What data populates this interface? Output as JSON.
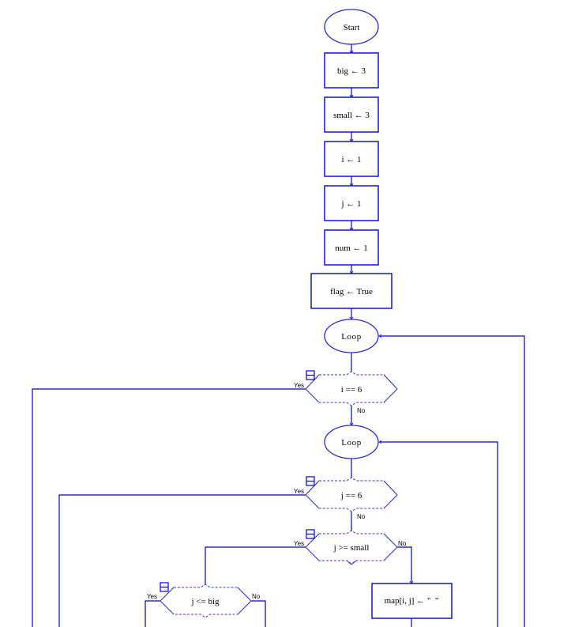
{
  "diagram": {
    "title": "Flowchart",
    "colors": {
      "stroke": "#0000e0",
      "decision_border": "#3333ee",
      "background": "#ffffff",
      "text": "#000000"
    },
    "nodes": {
      "start": "Start",
      "assign_big": "big ← 3",
      "assign_small": "small ← 3",
      "assign_i": "i ← 1",
      "assign_j": "j ← 1",
      "assign_num": "num ← 1",
      "assign_flag": "flag ← True",
      "outer_loop": "Loop",
      "cond_i_eq_6": "i == 6",
      "inner_loop": "Loop",
      "cond_j_eq_6": "j == 6",
      "cond_j_ge_small": "j >= small",
      "cond_j_le_big": "j <= big",
      "assign_map": "map[i, j] ← \"  \""
    },
    "edge_labels": {
      "yes": "Yes",
      "no": "No"
    }
  }
}
